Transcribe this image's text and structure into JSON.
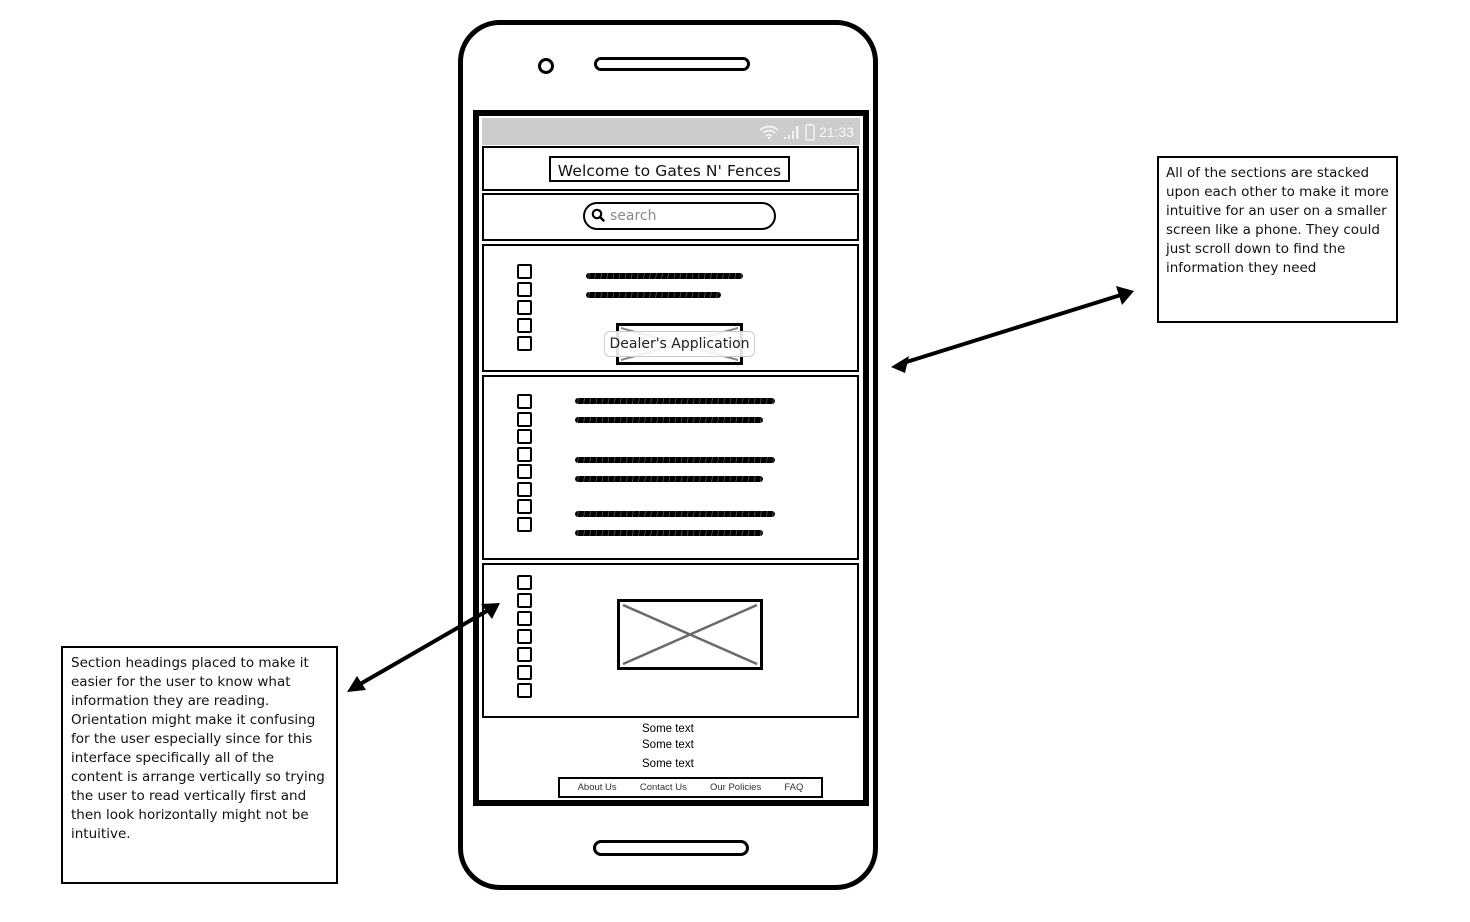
{
  "status_bar": {
    "time": "21:33",
    "icons": [
      "wifi-icon",
      "signal-icon",
      "battery-icon"
    ]
  },
  "header": {
    "title": "Welcome to Gates N' Fences"
  },
  "search": {
    "placeholder": "search",
    "value": "",
    "icon": "search-icon"
  },
  "sections": [
    {
      "heading_checkboxes": 5,
      "text_lines": 2,
      "button_label": "Dealer's Application"
    },
    {
      "heading_checkboxes": 8,
      "paragraphs": 3,
      "lines_per_paragraph": 2
    },
    {
      "heading_checkboxes": 7,
      "image_placeholder": "image-placeholder"
    }
  ],
  "footer": {
    "texts": [
      "Some text",
      "Some text",
      "Some text"
    ],
    "nav": [
      "About Us",
      "Contact Us",
      "Our Policies",
      "FAQ"
    ]
  },
  "annotations": {
    "right": "All of the sections are stacked upon each other to make it more intuitive for an user on a smaller screen like a phone. They could just scroll down to find the information they need",
    "left": "Section headings placed to make it easier for the user to know what information they are reading. Orientation might make it confusing for the user especially since for this interface specifically all of the content is arrange vertically so trying the user to read vertically first and then look horizontally might not be intuitive."
  }
}
